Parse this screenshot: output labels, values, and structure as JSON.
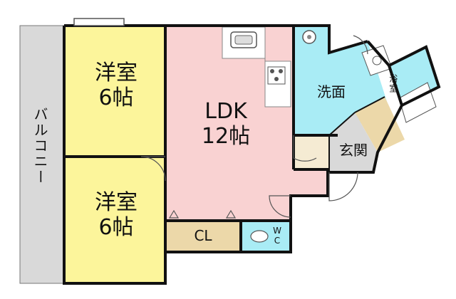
{
  "floorplan": {
    "colors": {
      "western_room": "#fcf59b",
      "ldk": "#f9d2d2",
      "wet_area": "#a9ecf5",
      "storage": "#ecd8a9",
      "genkan": "#d9d9d9",
      "balcony": "#d9d9d9",
      "wall": "#111111"
    },
    "rooms": {
      "western_room_top": {
        "name": "洋室",
        "size": "6帖"
      },
      "western_room_bottom": {
        "name": "洋室",
        "size": "6帖"
      },
      "ldk": {
        "name": "LDK",
        "size": "12帖"
      },
      "washroom": {
        "name": "洗面"
      },
      "bath": {
        "name": "浴室"
      },
      "genkan": {
        "name": "玄関"
      },
      "closet": {
        "name": "CL"
      },
      "wc_line1": "W",
      "wc_line2": "C",
      "balcony": {
        "name": "バルコニー"
      }
    }
  }
}
